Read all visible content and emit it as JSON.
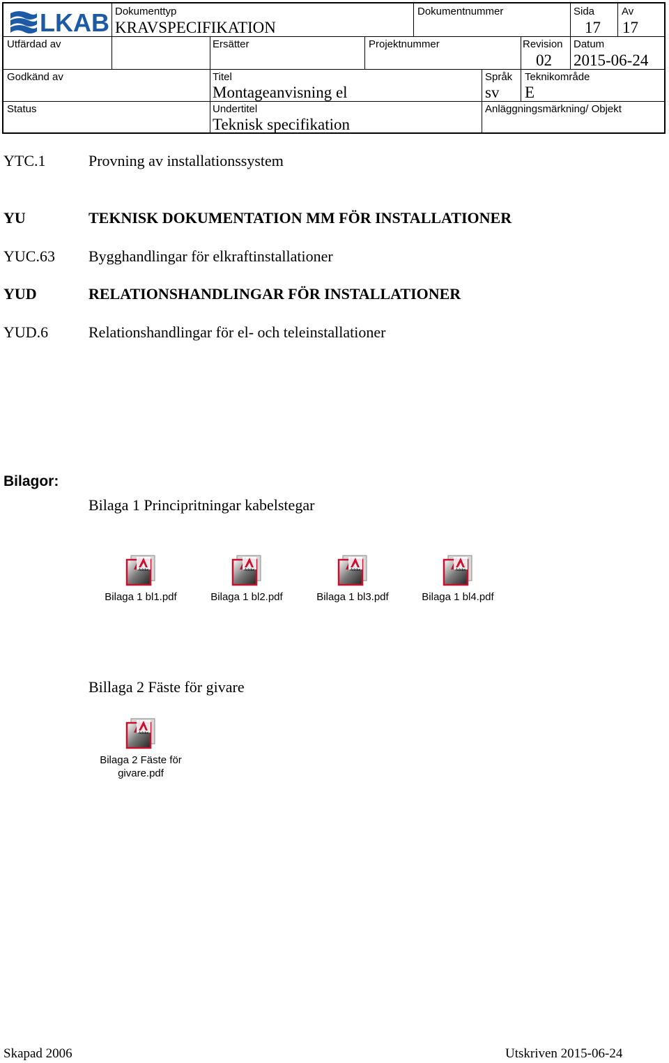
{
  "header": {
    "logo_text": "LKAB",
    "dokumenttyp": {
      "label": "Dokumenttyp",
      "value": "KRAVSPECIFIKATION"
    },
    "dokumentnummer": {
      "label": "Dokumentnummer",
      "value": ""
    },
    "sida": {
      "label": "Sida",
      "value": "17"
    },
    "av": {
      "label": "Av",
      "value": "17"
    },
    "utfardad_av": {
      "label": "Utfärdad av",
      "value": ""
    },
    "ersatter": {
      "label": "Ersätter",
      "value": ""
    },
    "projektnummer": {
      "label": "Projektnummer",
      "value": ""
    },
    "revision": {
      "label": "Revision",
      "value": "02"
    },
    "datum": {
      "label": "Datum",
      "value": "2015-06-24"
    },
    "godkand_av": {
      "label": "Godkänd av",
      "value": ""
    },
    "titel": {
      "label": "Titel",
      "value": "Montageanvisning el"
    },
    "sprak": {
      "label": "Språk",
      "value": "sv"
    },
    "teknikomrade": {
      "label": "Teknikområde",
      "value": "E"
    },
    "status": {
      "label": "Status",
      "value": ""
    },
    "undertitel": {
      "label": "Undertitel",
      "value": "Teknisk specifikation"
    },
    "anlaggning": {
      "label": "Anläggningsmärkning/ Objekt",
      "value": ""
    }
  },
  "sections": [
    {
      "code": "YTC.1",
      "text": "Provning av installationssystem",
      "bold": false
    },
    {
      "code": "YU",
      "text": "TEKNISK DOKUMENTATION MM FÖR INSTALLATIONER",
      "bold": true
    },
    {
      "code": "YUC.63",
      "text": "Bygghandlingar för elkraftinstallationer",
      "bold": false
    },
    {
      "code": "YUD",
      "text": "RELATIONSHANDLINGAR FÖR INSTALLATIONER",
      "bold": true
    },
    {
      "code": "YUD.6",
      "text": "Relationshandlingar för el- och teleinstallationer",
      "bold": false
    }
  ],
  "bilagor": {
    "heading": "Bilagor:",
    "bilaga1": {
      "title": "Bilaga 1 Principritningar kabelstegar",
      "files": [
        "Bilaga 1 bl1.pdf",
        "Bilaga 1 bl2.pdf",
        "Bilaga 1 bl3.pdf",
        "Bilaga 1 bl4.pdf"
      ]
    },
    "bilaga2": {
      "title": "Billaga 2  Fäste för givare",
      "files": [
        "Bilaga 2 Fäste för givare.pdf"
      ]
    }
  },
  "pdf_icon": {
    "icon": "adobe-pdf-icon",
    "brand_text": "Adobe",
    "accent_color": "#c8102e"
  },
  "footer": {
    "skapad": "Skapad 2006",
    "utskriven": "Utskriven 2015-06-24"
  }
}
